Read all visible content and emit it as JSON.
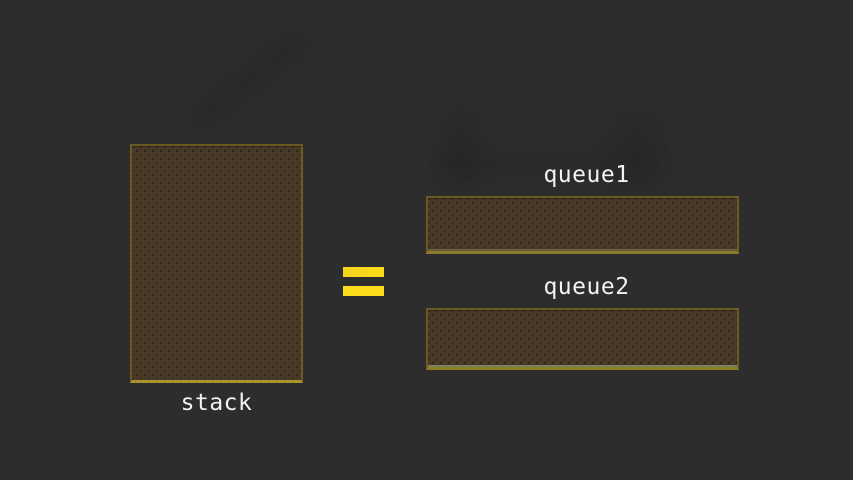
{
  "diagram": {
    "stack": {
      "label": "stack"
    },
    "queues": [
      {
        "label": "queue1"
      },
      {
        "label": "queue2"
      }
    ],
    "equals_icon": "equals-sign"
  },
  "colors": {
    "canvas_bg": "#2d2d2d",
    "box_fill": "#493a27",
    "box_border": "#6b5a21",
    "stack_bottom_highlight": "#a8932d",
    "queue1_bottom_highlight": "#8c7b28",
    "queue2_bottom_highlight": "#8a7d22",
    "equals_yellow": "#fcdc1c",
    "label_text": "#f2f2f2"
  }
}
